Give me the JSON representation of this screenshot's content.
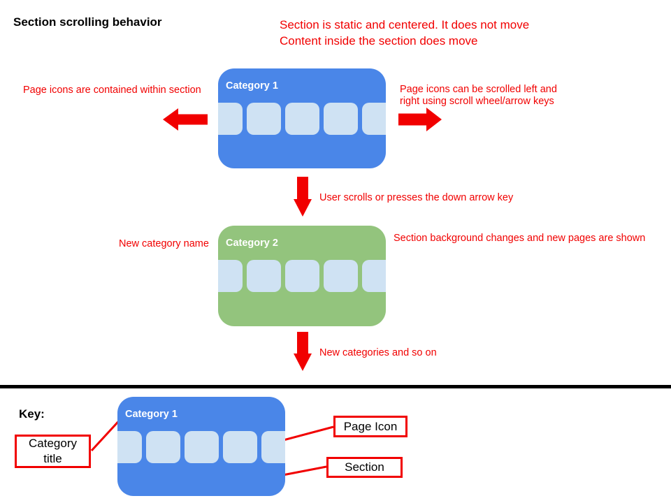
{
  "title": "Section scrolling behavior",
  "top_note": {
    "line1": "Section is static and centered. It does not move",
    "line2": "Content inside the section does move"
  },
  "sections": {
    "category1_title": "Category 1",
    "category2_title": "Category 2",
    "key_category_title": "Category 1",
    "page_icons_per_section": 5
  },
  "annotations": {
    "left_of_section1": "Page icons are contained within section",
    "right_of_section1_line1": "Page icons can be scrolled left and",
    "right_of_section1_line2": "right using scroll wheel/arrow keys",
    "down_arrow1": "User scrolls or presses the down arrow key",
    "left_of_section2": "New category name",
    "right_of_section2": "Section background changes and new pages are shown",
    "down_arrow2": "New categories and so on"
  },
  "key": {
    "heading": "Key:",
    "category_title_label_line1": "Category",
    "category_title_label_line2": "title",
    "page_icon_label": "Page Icon",
    "section_label": "Section"
  },
  "colors": {
    "section_blue": "#4a86e8",
    "section_green": "#93c47d",
    "page_icon_light_blue": "#cfe2f3",
    "accent_red": "#f10000",
    "text_black": "#000000"
  }
}
